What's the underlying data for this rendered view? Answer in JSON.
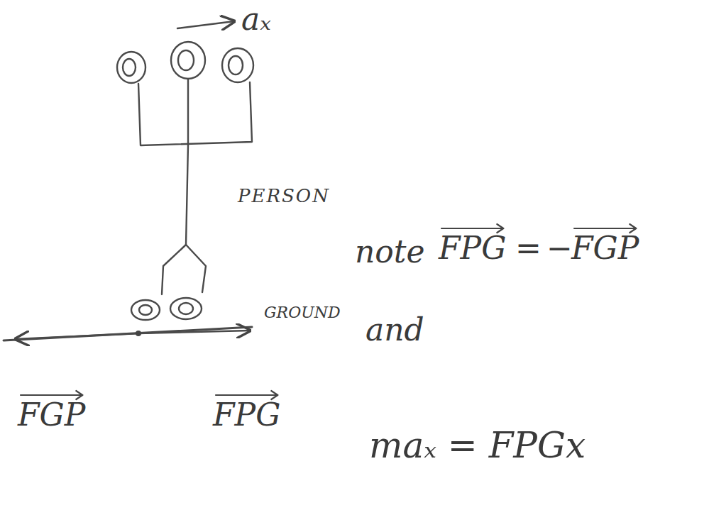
{
  "diagram": {
    "labels": [
      "aₓ",
      "PERSON",
      "GROUND",
      "FGP",
      "FPG",
      "note",
      "FPG",
      "=",
      "−",
      "FGP",
      "and",
      "maₓ = FPGx"
    ]
  }
}
